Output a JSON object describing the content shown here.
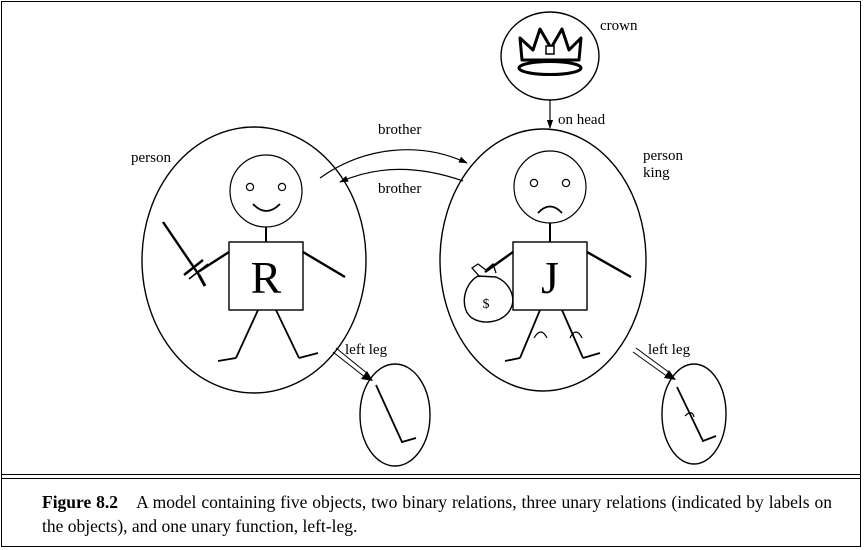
{
  "labels": {
    "crown": "crown",
    "on_head": "on head",
    "brother_top": "brother",
    "brother_bottom": "brother",
    "person_left": "person",
    "person_right": "person",
    "king": "king",
    "left_leg_left": "left leg",
    "left_leg_right": "left leg",
    "initial_left": "R",
    "initial_right": "J",
    "money": "$"
  },
  "caption": {
    "label": "Figure 8.2",
    "text": "A model containing five objects, two binary relations, three unary relations (indicated by labels on the objects), and one unary function, left-leg."
  }
}
